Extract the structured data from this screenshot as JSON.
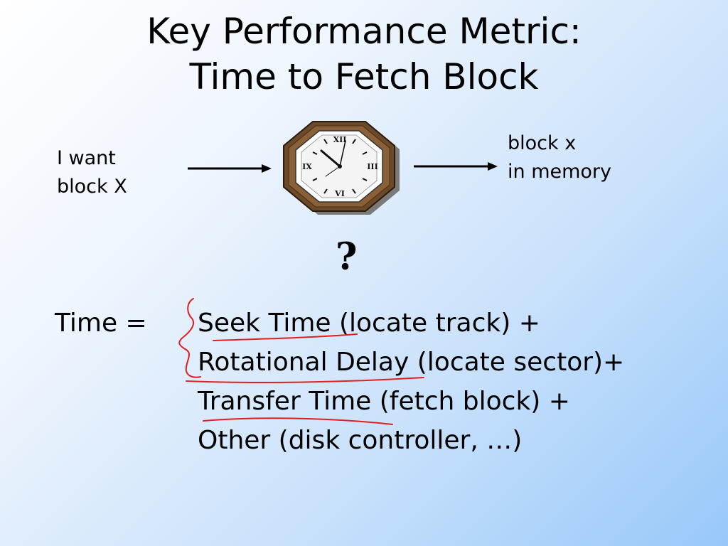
{
  "title": {
    "line1": "Key Performance Metric:",
    "line2": "Time to Fetch Block"
  },
  "diagram": {
    "left_label": {
      "line1": "I want",
      "line2": "block X"
    },
    "right_label": {
      "line1": "block x",
      "line2": "in memory"
    },
    "center_icon": "clock-icon",
    "question": "?"
  },
  "formula": {
    "label": "Time =",
    "terms": [
      "Seek Time (locate track) +",
      "Rotational Delay (locate sector)+",
      "Transfer Time (fetch block) +",
      "Other (disk controller, …)"
    ]
  },
  "colors": {
    "annotation": "#e02020",
    "clock_frame": "#6b4a2a",
    "background_end": "#98c8fa"
  }
}
